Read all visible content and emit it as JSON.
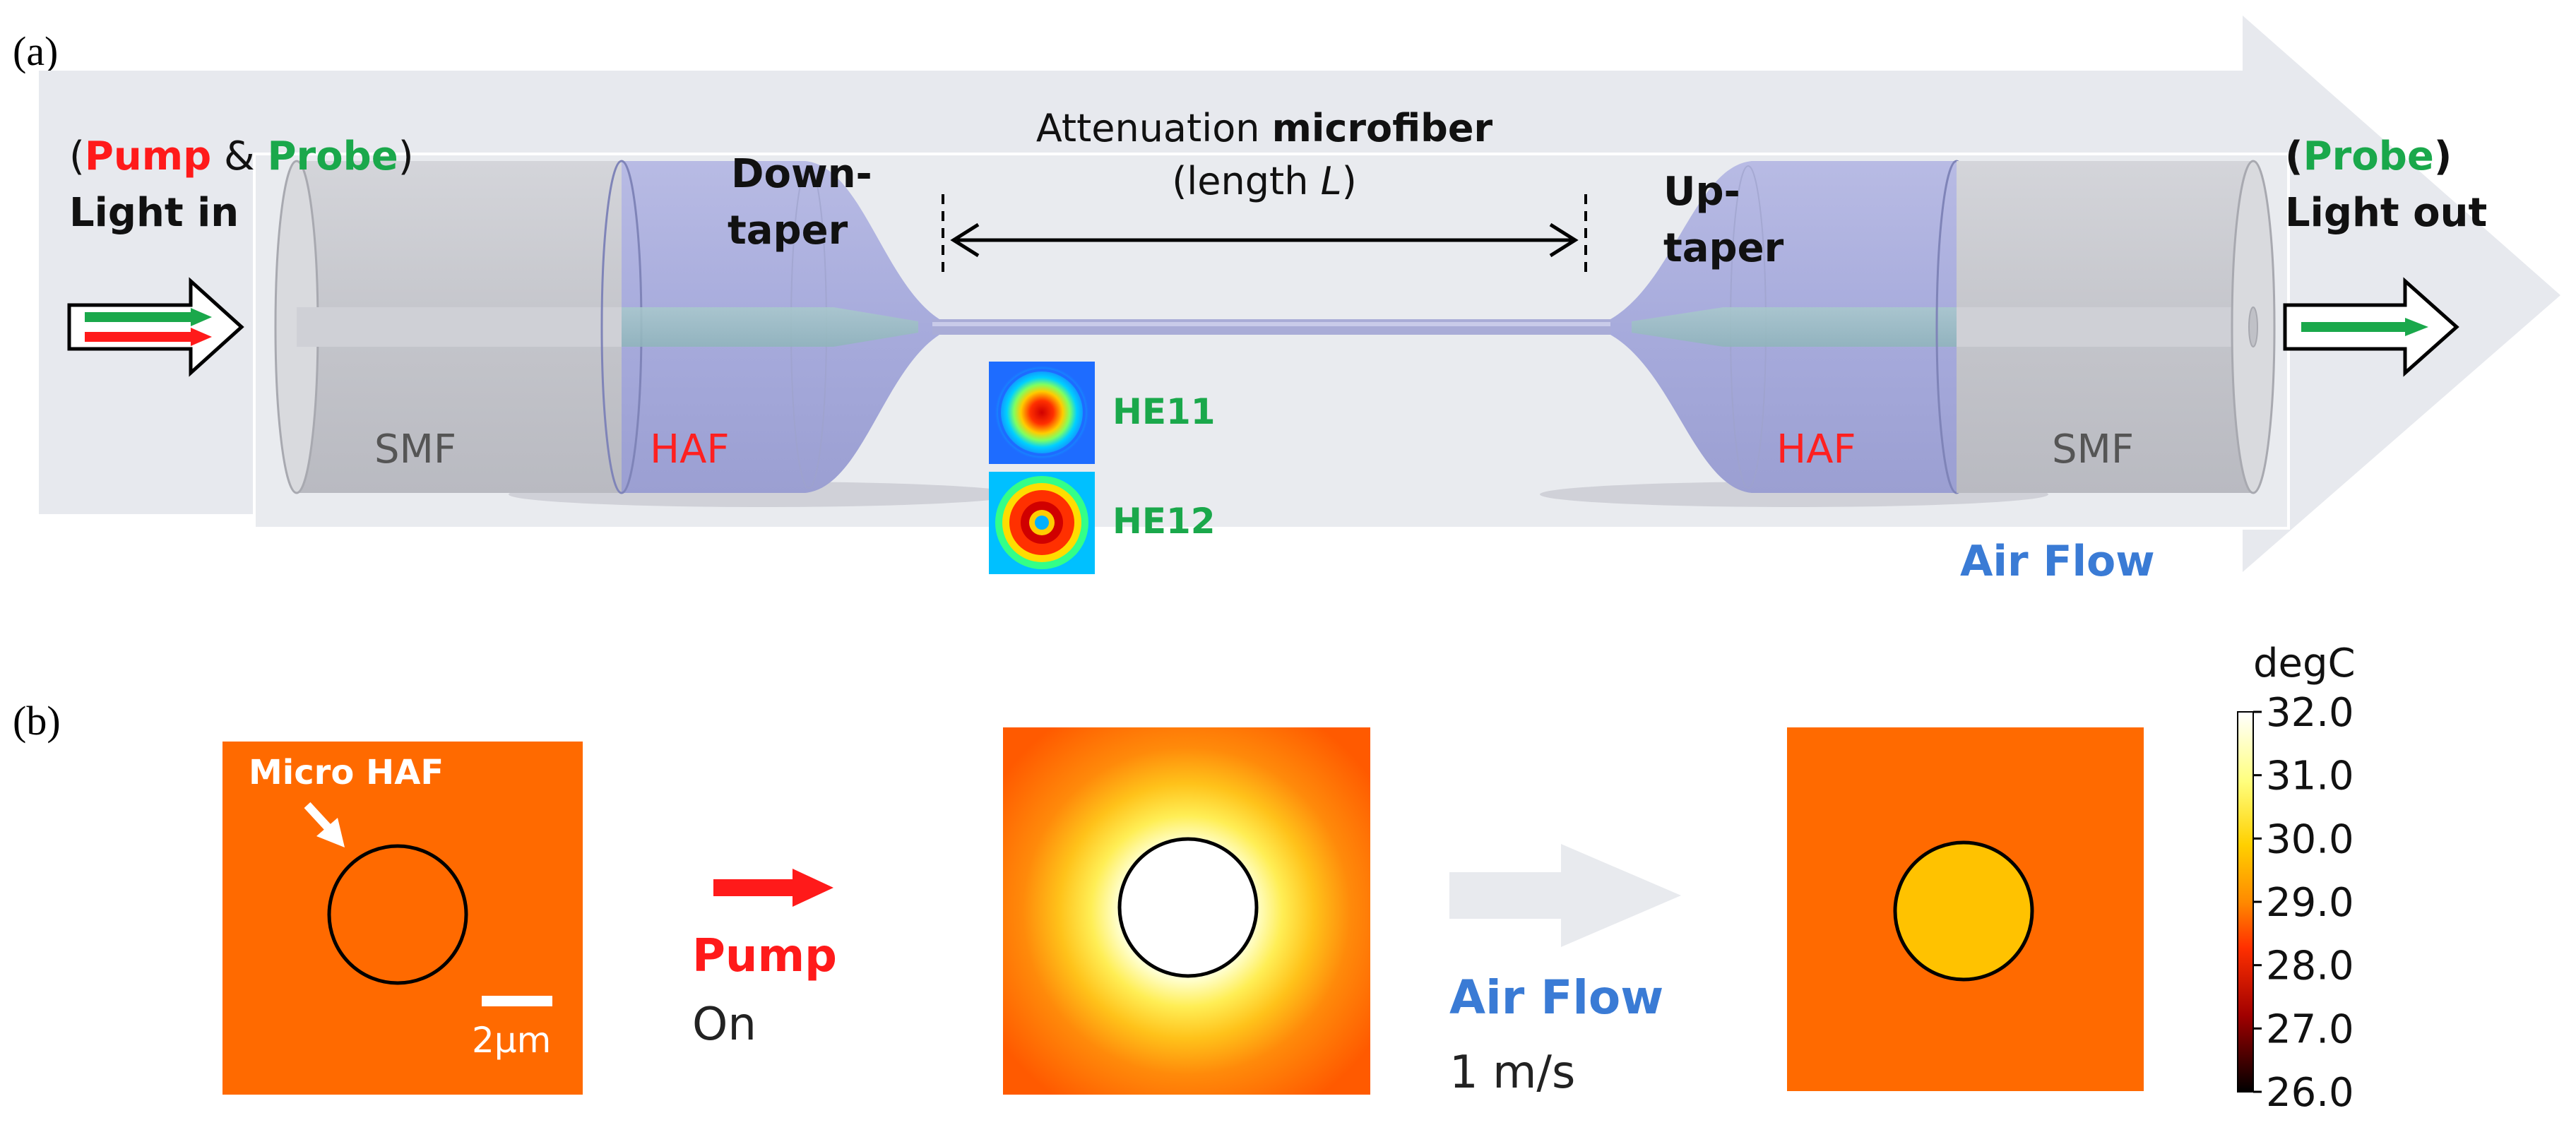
{
  "panel_a": {
    "label": "(a)",
    "light_in": {
      "open_paren": "(",
      "pump": "Pump",
      "amp": " & ",
      "probe": "Probe",
      "close_paren": ")",
      "line2": "Light in"
    },
    "light_out": {
      "open_paren": "(",
      "probe": "Probe",
      "close_paren": ")",
      "line2": "Light out"
    },
    "down_taper": {
      "line1": "Down-",
      "line2": "taper"
    },
    "up_taper": {
      "line1": "Up-",
      "line2": "taper"
    },
    "microfiber": {
      "prefix": "Attenuation ",
      "bold": "microfiber",
      "line2_prefix": "(length ",
      "line2_var": "L",
      "line2_suffix": ")"
    },
    "smf_left": "SMF",
    "smf_right": "SMF",
    "haf_left": "HAF",
    "haf_right": "HAF",
    "mode1": "HE11",
    "mode2": "HE12",
    "air_flow": "Air Flow"
  },
  "panel_b": {
    "label": "(b)",
    "micro_haf": "Micro HAF",
    "scale_bar": "2μm",
    "pump": "Pump",
    "pump_state": "On",
    "air_flow": "Air Flow",
    "air_speed": "1 m/s",
    "colorbar": {
      "unit": "degC",
      "ticks": [
        "32.0",
        "31.0",
        "30.0",
        "29.0",
        "28.0",
        "27.0",
        "26.0"
      ],
      "min": 26.0,
      "max": 32.0
    }
  },
  "colors": {
    "pump_red": "#ff1a1a",
    "probe_green": "#1aa84b",
    "air_flow_blue": "#3a7bd5",
    "haf_red": "#ff2020",
    "field_orange": "#ff6a00",
    "air_arrow_gray": "#e8eaee"
  }
}
